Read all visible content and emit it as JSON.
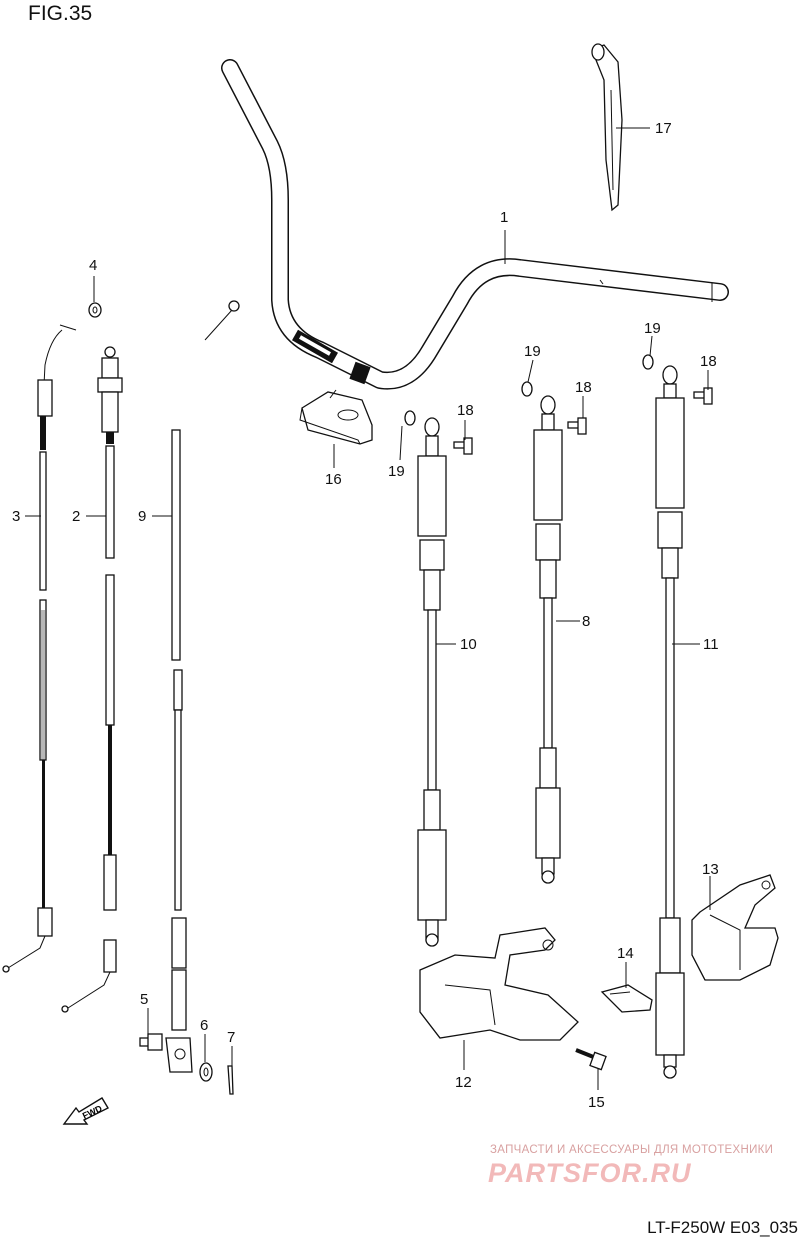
{
  "figure_title": "FIG.35",
  "figure_code": "LT-F250W E03_035",
  "fwd_label": "FWD",
  "watermark": {
    "caption": "ЗАПЧАСТИ И АКСЕССУАРЫ ДЛЯ МОТОТЕХНИКИ",
    "logo": "PARTSFOR.RU"
  },
  "callouts": [
    "1",
    "2",
    "3",
    "4",
    "5",
    "6",
    "7",
    "8",
    "9",
    "10",
    "11",
    "12",
    "13",
    "14",
    "15",
    "16",
    "17",
    "18",
    "18",
    "18",
    "19",
    "19",
    "19"
  ]
}
